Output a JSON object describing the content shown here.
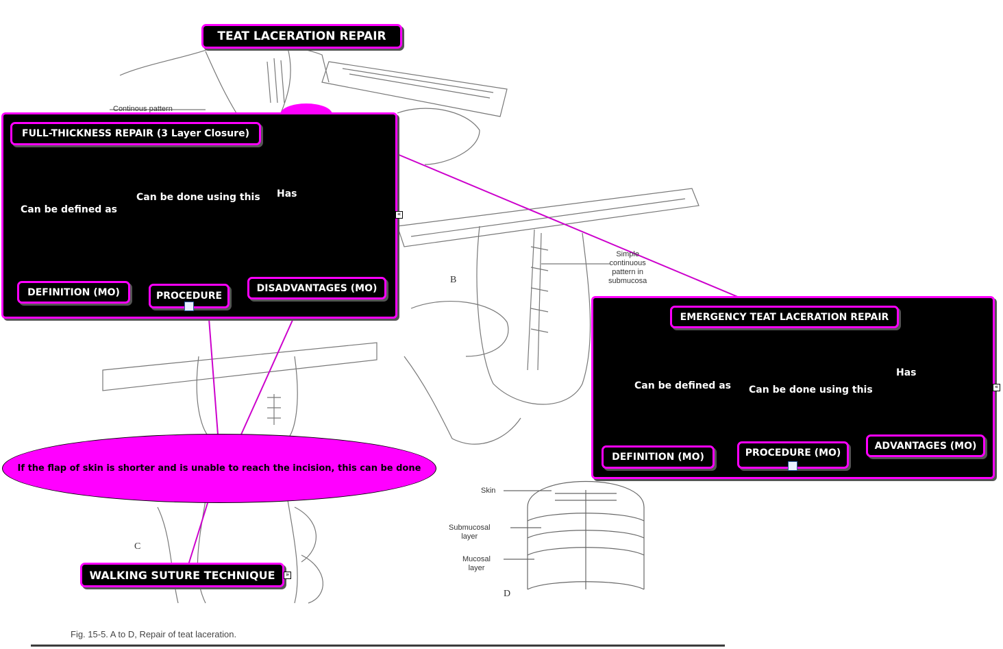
{
  "title": "TEAT LACERATION REPAIR",
  "full_thickness": {
    "title": "FULL-THICKNESS REPAIR (3 Layer Closure)",
    "link_defined": "Can be defined as",
    "link_using": "Can be done using this",
    "link_has": "Has",
    "definition": "DEFINITION (MO)",
    "procedure": "PROCEDURE",
    "disadvantages": "DISADVANTAGES (MO)"
  },
  "emergency": {
    "title": "EMERGENCY TEAT LACERATION REPAIR",
    "link_defined": "Can be defined as",
    "link_using": "Can be done using this",
    "link_has": "Has",
    "definition": "DEFINITION (MO)",
    "procedure": "PROCEDURE (MO)",
    "advantages": "ADVANTAGES (MO)"
  },
  "flap_note": "If the flap of skin is shorter and is unable to reach the incision, this can be done",
  "walking_suture": "WALKING SUTURE TECHNIQUE",
  "figure": {
    "continuous_pattern": "Continous pattern",
    "simple_continuous": [
      "Simple",
      "continuous",
      "pattern in",
      "submucosa"
    ],
    "skin": "Skin",
    "submucosal": [
      "Submucosal",
      "layer"
    ],
    "mucosal": [
      "Mucosal",
      "layer"
    ],
    "letter_b": "B",
    "letter_c": "C",
    "letter_d": "D",
    "caption": "Fig. 15-5.   A to D, Repair of teat laceration."
  },
  "colors": {
    "accent": "#ff00ff",
    "node_bg": "#000000",
    "line": "#cc00cc"
  },
  "icons": {
    "collapse": "collapse-icon",
    "expand": "expand-icon",
    "resource": "resource-icon"
  }
}
